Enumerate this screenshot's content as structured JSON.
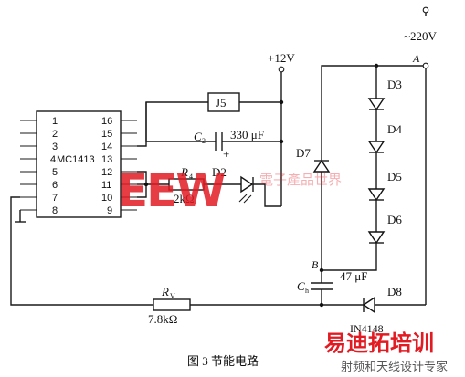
{
  "ic": {
    "name": "MC1413",
    "pin_prefix": "4",
    "left_pins": [
      "1",
      "2",
      "3",
      "4",
      "5",
      "6",
      "7",
      "8"
    ],
    "right_pins": [
      "16",
      "15",
      "14",
      "13",
      "12",
      "11",
      "10",
      "9"
    ]
  },
  "supply": {
    "label": "+12V"
  },
  "mains": {
    "label": "~220V",
    "node_a": "A",
    "node_b": "B"
  },
  "relay": {
    "label": "J5"
  },
  "cap_c2": {
    "name": "C",
    "sub": "2",
    "value": "330 μF",
    "polarity": "+"
  },
  "resistor_r4": {
    "name": "R",
    "sub": "4",
    "value": "2kΩ"
  },
  "led_d2": {
    "label": "D2"
  },
  "diodes": {
    "d3": "D3",
    "d4": "D4",
    "d5": "D5",
    "d6": "D6",
    "d7": "D7",
    "d8": "D8"
  },
  "cap_c": {
    "name": "C",
    "sub": "h",
    "value": "47 μF"
  },
  "resistor_rv": {
    "name": "R",
    "sub": "V",
    "value": "7.8kΩ"
  },
  "diode_part": {
    "label": "IN4148"
  },
  "caption": {
    "label": "图 3   节能电路"
  },
  "watermarks": {
    "top_logo": "EEW",
    "top_text": "電子產品世界",
    "bottom_main": "易迪拓培训",
    "bottom_sub": "射频和天线设计专家"
  },
  "colors": {
    "watermark_red": "#e21b23",
    "ink": "#111111"
  }
}
